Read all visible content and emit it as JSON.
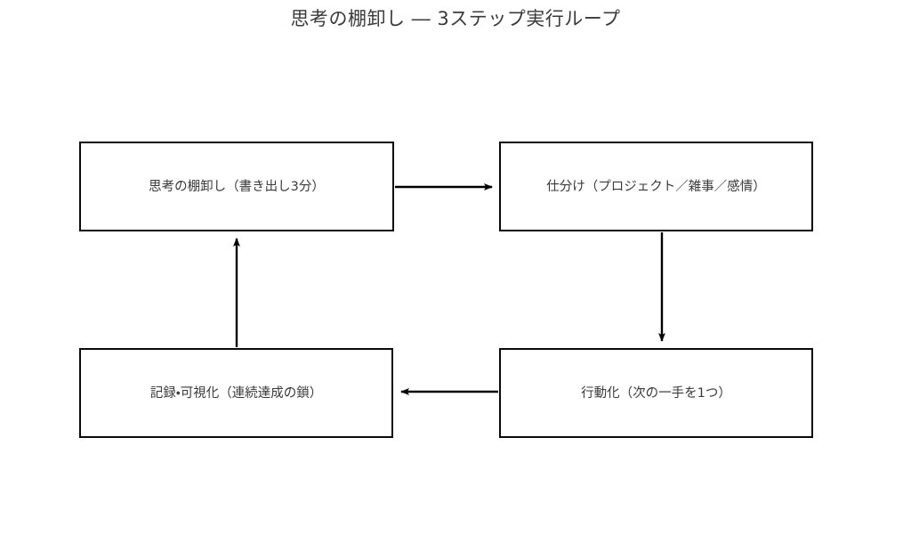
{
  "diagram": {
    "title": "思考の棚卸し ― 3ステップ実行ループ",
    "type": "flowchart-cycle",
    "background_color": "#ffffff",
    "node_border_color": "#0a0a0a",
    "node_fill_color": "#ffffff",
    "text_color": "#3a3a3a",
    "edge_color": "#000000",
    "nodes": [
      {
        "id": "inventory",
        "label": "思考の棚卸し（書き出し3分）",
        "position": "top-left"
      },
      {
        "id": "sorting",
        "label": "仕分け（プロジェクト／雑事／感情）",
        "position": "top-right"
      },
      {
        "id": "action",
        "label": "行動化（次の一手を1つ）",
        "position": "bottom-right"
      },
      {
        "id": "record",
        "label": "記録・可視化（連続達成の鎖）",
        "position": "bottom-left"
      }
    ],
    "edges": [
      {
        "id": "inventory-to-sorting",
        "from": "inventory",
        "to": "sorting",
        "direction": "right",
        "label": ""
      },
      {
        "id": "sorting-to-action",
        "from": "sorting",
        "to": "action",
        "direction": "down",
        "label": ""
      },
      {
        "id": "action-to-record",
        "from": "action",
        "to": "record",
        "direction": "left",
        "label": ""
      },
      {
        "id": "record-to-inventory",
        "from": "record",
        "to": "inventory",
        "direction": "up",
        "label": ""
      }
    ]
  }
}
